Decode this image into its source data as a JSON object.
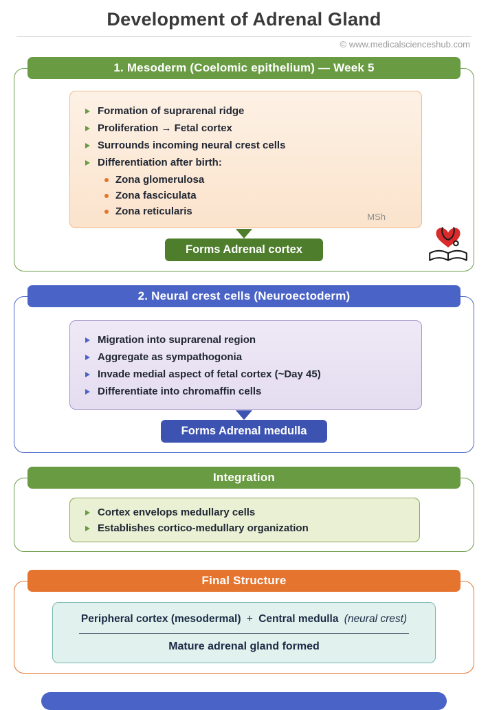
{
  "page": {
    "title": "Development of Adrenal Gland",
    "copyright": "© www.medicalscienceshub.com"
  },
  "section1": {
    "header": "1. Mesoderm (Coelomic epithelium) — Week 5",
    "bullets": [
      "Formation of suprarenal ridge",
      "Proliferation → Fetal cortex",
      "Surrounds incoming neural crest cells",
      "Differentiation after birth:"
    ],
    "sub_bullets": [
      "Zona glomerulosa",
      "Zona fasciculata",
      "Zona reticularis"
    ],
    "watermark": "MSh",
    "result": "Forms Adrenal cortex"
  },
  "section2": {
    "header": "2. Neural crest cells (Neuroectoderm)",
    "bullets": [
      "Migration into suprarenal region",
      "Aggregate as sympathogonia",
      "Invade medial aspect of fetal cortex (~Day 45)",
      "Differentiate into chromaffin cells"
    ],
    "result": "Forms Adrenal medulla"
  },
  "section3": {
    "header": "Integration",
    "bullets": [
      "Cortex envelops medullary cells",
      "Establishes cortico-medullary organization"
    ]
  },
  "section4": {
    "header": "Final Structure",
    "line1_part1": "Peripheral cortex (mesodermal)",
    "line1_plus": "+",
    "line1_part2": "Central medulla",
    "line1_part3": "(neural crest)",
    "line2": "Mature adrenal gland formed"
  },
  "colors": {
    "green": "#699b43",
    "green_dark": "#4e7d2c",
    "blue": "#4a63c6",
    "blue_dark": "#3d53b2",
    "orange": "#e5742f",
    "peach_bg": "#fbe3cc",
    "lavender_bg": "#e4dcf0",
    "lightgreen_bg": "#e9f0d4",
    "teal_bg": "#e0f1ee"
  }
}
